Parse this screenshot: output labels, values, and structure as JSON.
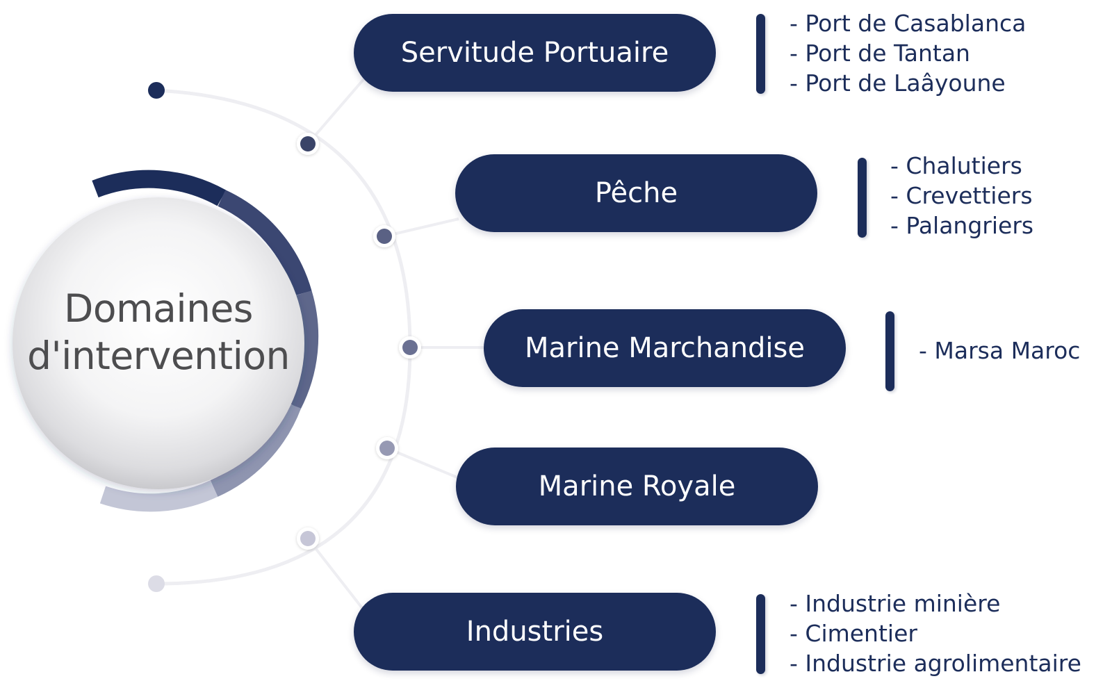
{
  "center": {
    "title_line1": "Domaines",
    "title_line2": "d'intervention"
  },
  "branches": [
    {
      "label": "Servitude Portuaire",
      "items": [
        "- Port de Casablanca",
        "- Port de Tantan",
        "- Port de Laâyoune"
      ]
    },
    {
      "label": "Pêche",
      "items": [
        "- Chalutiers",
        "- Crevettiers",
        "- Palangriers"
      ]
    },
    {
      "label": "Marine Marchandise",
      "items": [
        "- Marsa Maroc"
      ]
    },
    {
      "label": "Marine Royale",
      "items": []
    },
    {
      "label": "Industries",
      "items": [
        "- Industrie minière",
        "- Cimentier",
        "- Industrie agrolimentaire"
      ]
    }
  ],
  "colors": {
    "navy": "#1c2d5a",
    "center_text": "#4d4d4f",
    "arc_light": "#eeeef2"
  }
}
